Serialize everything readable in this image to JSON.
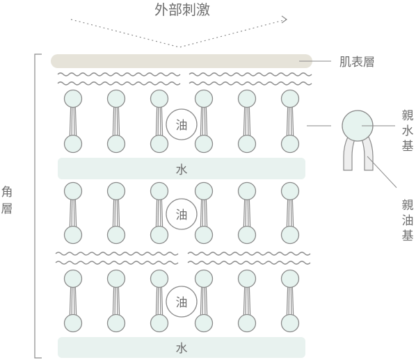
{
  "title": "外部刺激",
  "labels": {
    "skin_surface": "肌表層",
    "stratum_corneum": [
      "角",
      "層"
    ],
    "hydrophilic_group": [
      "親",
      "水",
      "基"
    ],
    "lipophilic_group": [
      "親",
      "油",
      "基"
    ]
  },
  "layers": {
    "water_label": "水",
    "oil_label": "油"
  },
  "colors": {
    "skin_surface": "#e6e3d9",
    "water_band": "#e8f2ef",
    "head_fill": "#e6f3ef",
    "stroke": "#8a8a8a",
    "text": "#6e6e6e"
  }
}
